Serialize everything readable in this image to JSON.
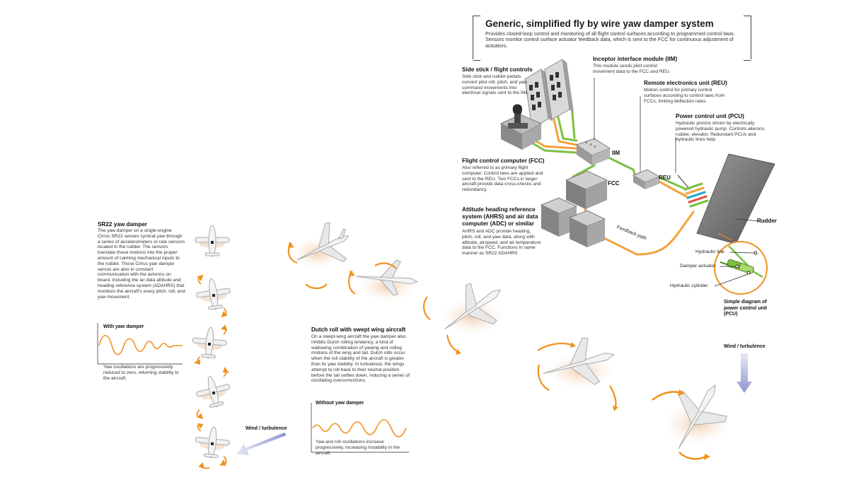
{
  "header": {
    "title": "Generic, simplified fly by wire yaw damper system",
    "subtitle": "Provides closed-loop control and monitoring of all flight control surfaces according to programmed control laws. Sensors monitor control surface actuator feedback data, which is sent to the FCC for continuous adjustment of actuators."
  },
  "components": {
    "iim": {
      "heading": "Inceptor interface module (IIM)",
      "text": "This module sends pilot control movement data to the FCC and REU.",
      "label": "IIM"
    },
    "side_stick": {
      "heading": "Side stick / flight controls",
      "text": "Side stick and rudder pedals convert pilot roll, pitch, and yaw command movements into electrical signals sent to the IIM."
    },
    "reu": {
      "heading": "Remote electronics unit (REU)",
      "text": "Motion control for primary control surfaces according to control laws from FCCs, limiting deflection rates.",
      "label": "REU"
    },
    "pcu": {
      "heading": "Power control unit (PCU)",
      "text": "Hydraulic pistons driven by electrically powered hydraulic pump. Controls ailerons, rudder, elevator. Redundant PCUs and hydraulic lines help"
    },
    "fcc": {
      "heading": "Flight control computer (FCC)",
      "text": "Also referred to as primary flight computer. Control laws are applied and sent to the REU. Two FCCs in larger aircraft provide data cross-checks and redundancy.",
      "label": "FCC"
    },
    "ahrs": {
      "heading": "Attitude heading reference system (AHRS) and air data computer (ADC) or similar",
      "text": "AHRS and ADC provide heading, pitch, roll, and yaw data, along with altitude, airspeed, and air temperature data to the FCC. Functions in same manner as SR22 ADAHRS"
    }
  },
  "labels": {
    "rudder": "Rudder",
    "feedback_path": "Feedback path",
    "hydraulic_line": "Hydraulic line",
    "damper_actuator": "Damper actuator",
    "hydraulic_cylinder": "Hydraulic cylinder",
    "pcu_caption": "Simple diagram of power control unit (PCU)",
    "wind_turbulence": "Wind / turbulence"
  },
  "sr22": {
    "heading": "SR22 yaw damper",
    "text": "The yaw damper on a single-engine Cirrus SR22 senses cyclical yaw through a series of accelerometers or rate sensors located in the rudder. The sensors translate those motions into the proper amount of calming mechanical inputs to the rudder. Those Cirrus yaw damper servos are also in constant communication with the avionics on board, including the air data attitude and heading reference system (ADAHRS) that monitors the aircraft's every pitch, roll, and yaw movement.",
    "with_label": "With yaw damper",
    "with_caption": "Yaw oscillations are progressively reduced to zero, returning stability to the aircraft."
  },
  "dutch": {
    "heading": "Dutch roll with swept wing aircraft",
    "text": "On a swept-wing aircraft the yaw damper also inhibits Dutch rolling tendency, a kind of wallowing combination of yawing and rolling motions of the wing and tail. Dutch rolls occur when the roll stability of the aircraft is greater than its yaw stability. In turbulence, the wings attempt to roll back to their neutral position before the tail settles down, inducing a series of oscillating overcorrections.",
    "without_label": "Without yaw damper",
    "without_caption": "Yaw and roll oscillations increase progressively, increasing instability in the aircraft."
  },
  "colors": {
    "accent": "#f0921e",
    "wire_green": "#7cc043",
    "wire_orange": "#f4a23a",
    "arrow_blue": "#8f96cf",
    "unit_gray": "#9a9a9a"
  }
}
